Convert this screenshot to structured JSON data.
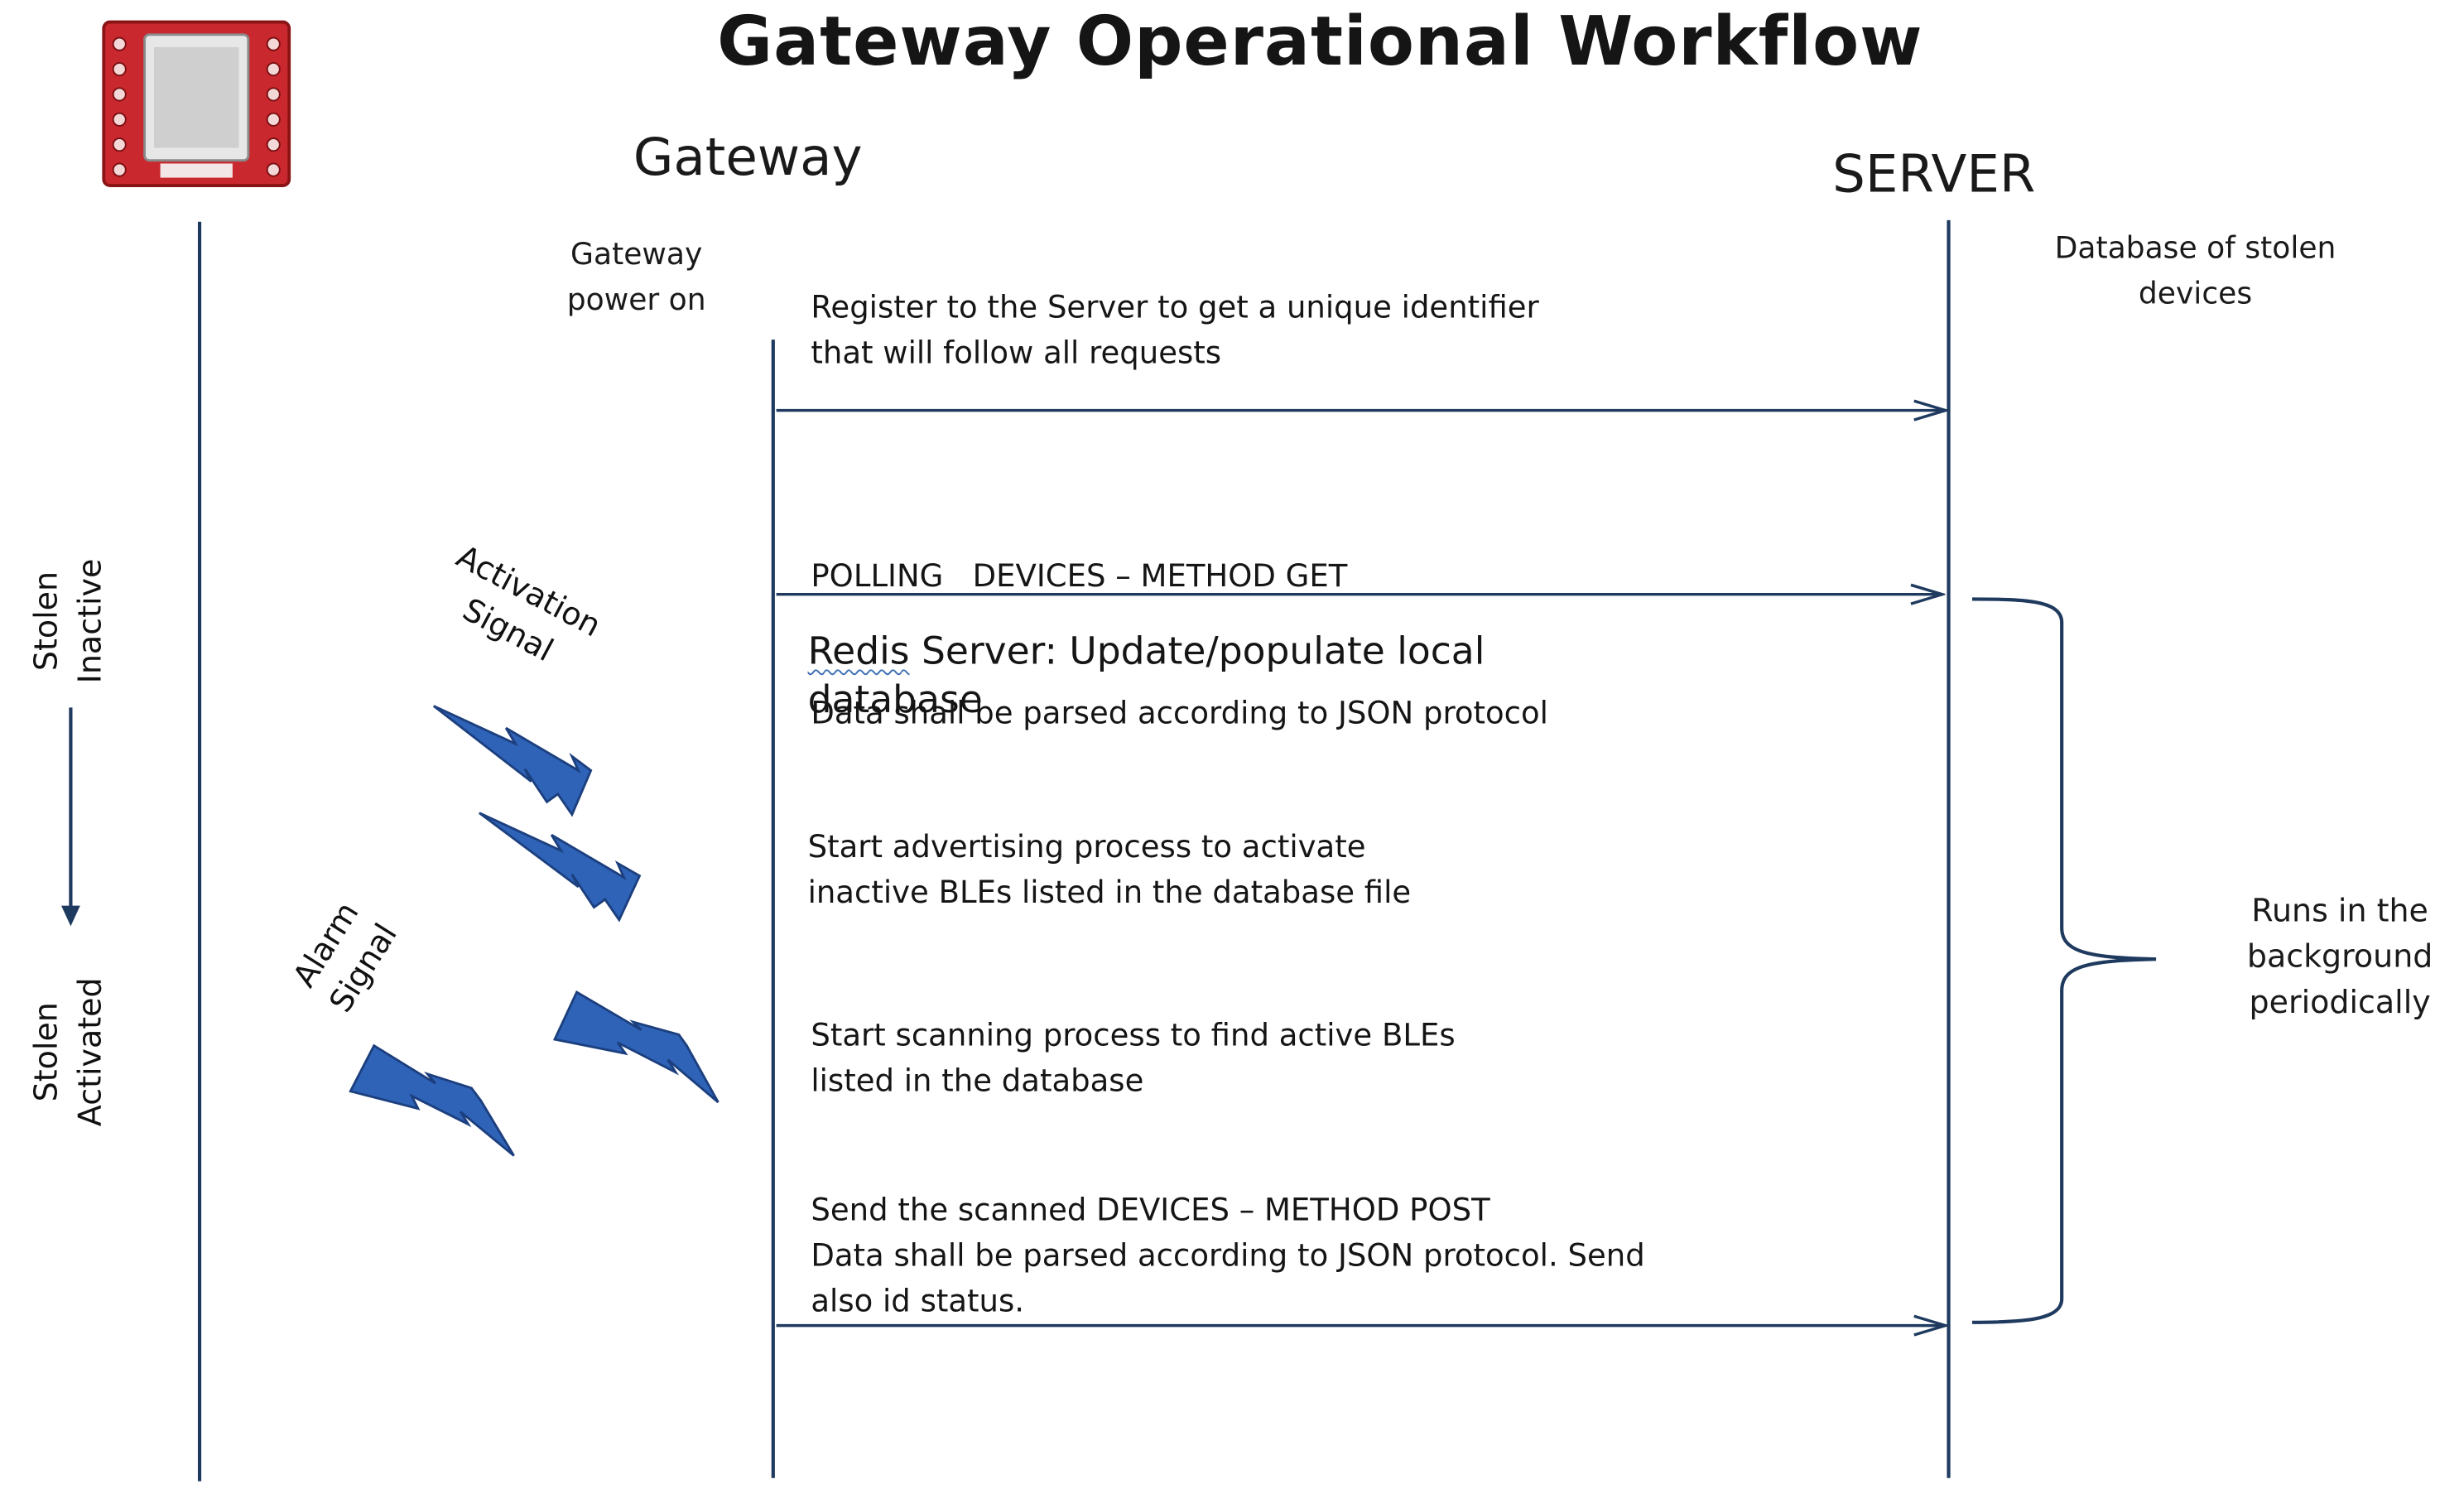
{
  "title": "Gateway Operational Workflow",
  "columns": {
    "gateway": "Gateway",
    "server": "SERVER"
  },
  "gateway_power": [
    "Gateway",
    "power on"
  ],
  "database_label": [
    "Database of stolen",
    "devices"
  ],
  "left_states": {
    "inactive": [
      "Stolen",
      "Inactive"
    ],
    "activated": [
      "Stolen",
      "Activated"
    ]
  },
  "signals": {
    "activation": [
      "Activation",
      "Signal"
    ],
    "alarm": [
      "Alarm",
      "Signal"
    ]
  },
  "steps": {
    "register": [
      "Register to the Server to get a unique identifier",
      "that will follow all requests"
    ],
    "polling": [
      "POLLING   DEVICES – METHOD GET",
      "Data shall be parsed according to JSON protocol"
    ],
    "redis": {
      "word": "Redis",
      "rest": " Server: Update/populate local",
      "line2": "database"
    },
    "advertising": [
      "Start advertising process to activate",
      "inactive BLEs listed in the database file"
    ],
    "scanning": [
      "Start scanning process to find active BLEs",
      "listed in the database"
    ],
    "send": [
      "Send the scanned DEVICES – METHOD POST",
      "Data shall be parsed according to JSON protocol. Send",
      "also id status."
    ]
  },
  "background_note": [
    "Runs in the",
    "background",
    "periodically"
  ],
  "colors": {
    "line": "#1f3a5f",
    "bolt": "#2f63b8",
    "bolt_edge": "#1c3f7e",
    "board": "#c8282e"
  }
}
